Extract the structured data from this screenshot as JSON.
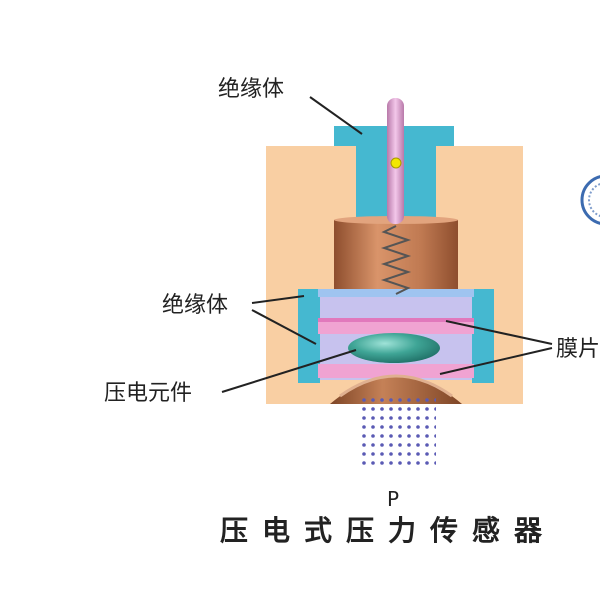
{
  "labels": {
    "insulator_top": "绝缘体",
    "insulator_side": "绝缘体",
    "piezo_element": "压电元件",
    "diaphragm": "膜片",
    "pressure": "P"
  },
  "title": "压电式压力传感器",
  "colors": {
    "housing": "#F9CFA3",
    "insulator": "#45B8D0",
    "electrode_rod": "#DFA7D2",
    "contact_dot": "#F2E600",
    "cylinder": "#C9825A",
    "spring": "#555555",
    "chamber": "#C7C2EE",
    "diaphragm": "#F0A3D2",
    "piezo": "#2F8F83",
    "pressure_dots": "#5A5AB4"
  }
}
